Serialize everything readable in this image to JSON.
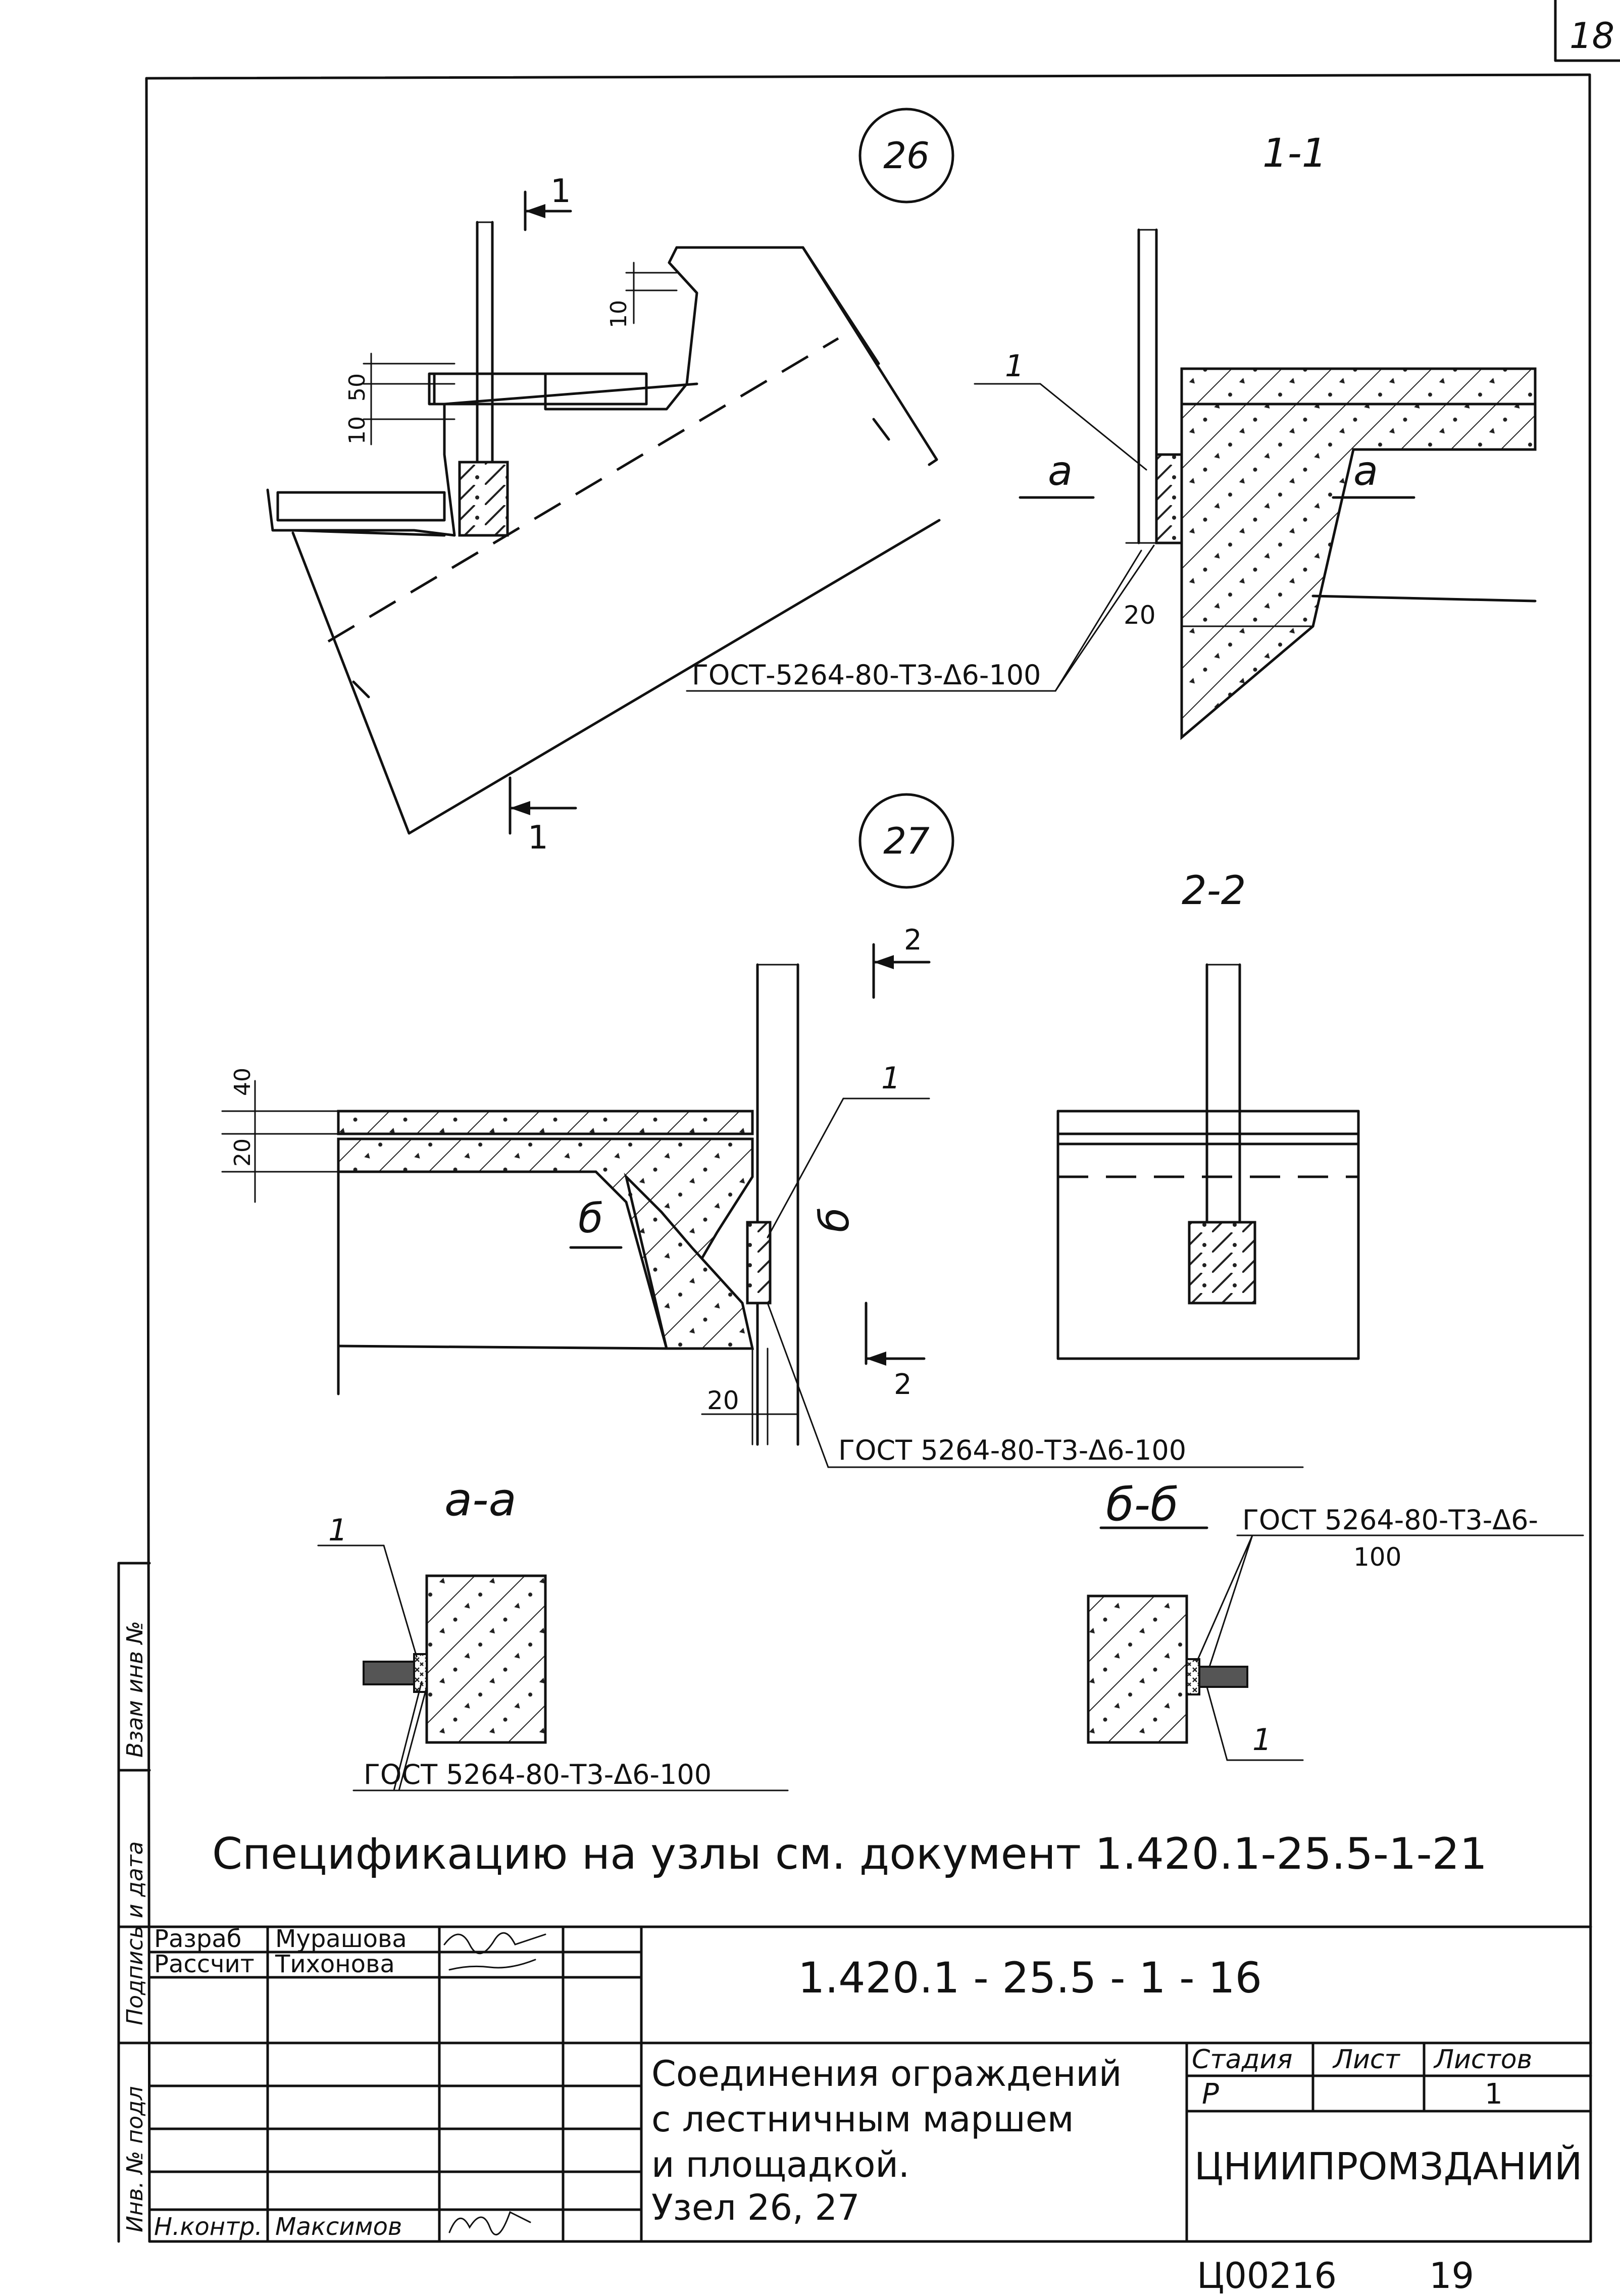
{
  "sheet": {
    "corner_number": "18",
    "note": "Спецификацию на узлы см. документ 1.420.1-25.5-1-21",
    "bottom_stamp": "Ц00216",
    "bottom_page": "19"
  },
  "left_strip": {
    "inv_podl": "Инв. № подл",
    "podpis_data": "Подпись и дата",
    "vzam_inv": "Взам инв №"
  },
  "node26": {
    "marker": "26",
    "section_title": "1-1",
    "cut_mark": "1",
    "dim_10_top": "10",
    "dim_50": "50",
    "dim_10_left": "10",
    "dim_20": "20",
    "pos_1": "1",
    "section_a_left": "а",
    "section_a_right": "а",
    "weld_note": "ГОСТ-5264-80-Т3-Δ6-100"
  },
  "node27": {
    "marker": "27",
    "section_title": "2-2",
    "cut_mark": "2",
    "dim_40": "40",
    "dim_20_left": "20",
    "dim_20_bottom": "20",
    "pos_1": "1",
    "section_b_left": "б",
    "section_b_right": "б",
    "weld_note": "ГОСТ 5264-80-Т3-Δ6-100"
  },
  "section_aa": {
    "title": "а-а",
    "pos_1": "1",
    "weld_note": "ГОСТ 5264-80-Т3-Δ6-100"
  },
  "section_bb": {
    "title": "б-б",
    "pos_1": "1",
    "weld_note": "ГОСТ 5264-80-Т3-Δ6-",
    "weld_note_2": "100"
  },
  "title_block": {
    "doc_code": "1.420.1 - 25.5 - 1 - 16",
    "rows": [
      {
        "role": "Разраб",
        "name": "Мурашова"
      },
      {
        "role": "Рассчит",
        "name": "Тихонова"
      },
      {
        "role": "Н.контр.",
        "name": "Максимов"
      }
    ],
    "title_lines": [
      "Соединения ограждений",
      "с лестничным маршем",
      "и площадкой.",
      "Узел 26, 27"
    ],
    "stage_header": "Стадия",
    "sheet_header": "Лист",
    "sheets_header": "Листов",
    "stage": "Р",
    "sheet": "1",
    "organization": "ЦНИИПРОМЗДАНИЙ"
  }
}
